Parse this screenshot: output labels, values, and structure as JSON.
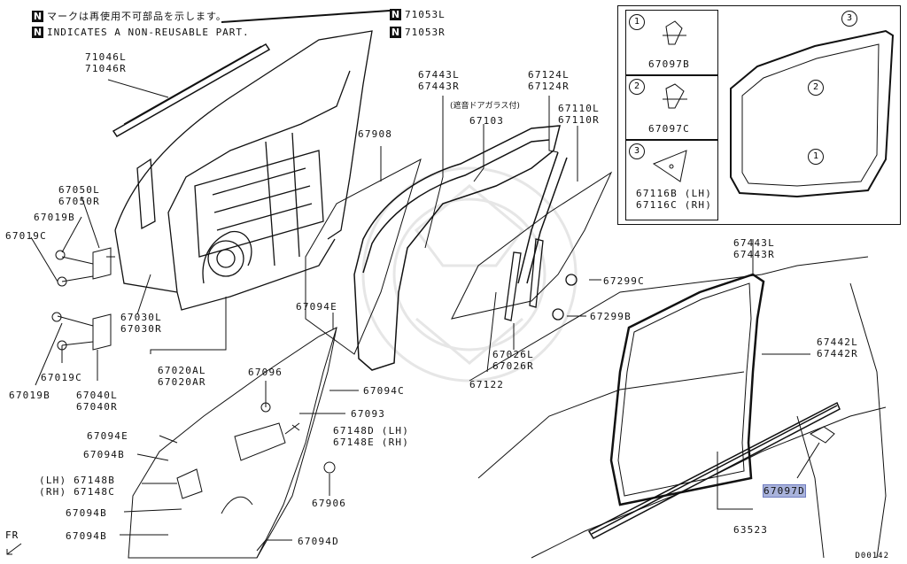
{
  "notes": {
    "jp": "マークは再使用不可部品を示します。",
    "en": "INDICATES A NON-REUSABLE PART.",
    "n_mark": "N"
  },
  "non_reusable": [
    "71053L",
    "71053R"
  ],
  "labels": {
    "l71046": [
      "71046L",
      "71046R"
    ],
    "l67050": [
      "67050L",
      "67050R"
    ],
    "l67019b_top": "67019B",
    "l67019c_top": "67019C",
    "l67030": [
      "67030L",
      "67030R"
    ],
    "l67020": [
      "67020AL",
      "67020AR"
    ],
    "l67019c_bot": "67019C",
    "l67019b_bot": "67019B",
    "l67040": [
      "67040L",
      "67040R"
    ],
    "l67443a": [
      "67443L",
      "67443R"
    ],
    "l67103_note": "(遮音ドアガラス付)",
    "l67103": "67103",
    "l67124": [
      "67124L",
      "67124R"
    ],
    "l67110": [
      "67110L",
      "67110R"
    ],
    "l67908": "67908",
    "l67299c": "67299C",
    "l67299b": "67299B",
    "l67026": [
      "67026L",
      "67026R"
    ],
    "l67122": "67122",
    "l67094e_top": "67094E",
    "l67096": "67096",
    "l67094c": "67094C",
    "l67093": "67093",
    "l67148de": [
      "67148D (LH)",
      "67148E (RH)"
    ],
    "l67094e_mid": "67094E",
    "l67094b_1": "67094B",
    "l67148bc": [
      "(LH) 67148B",
      "(RH) 67148C"
    ],
    "l67094b_2": "67094B",
    "l67094b_3": "67094B",
    "l67906": "67906",
    "l67094d": "67094D",
    "l67443b": [
      "67443L",
      "67443R"
    ],
    "l67442": [
      "67442L",
      "67442R"
    ],
    "l67097d": "67097D",
    "l63523": "63523"
  },
  "inset": {
    "items": [
      {
        "num": "1",
        "part": "67097B"
      },
      {
        "num": "2",
        "part": "67097C"
      },
      {
        "num": "3",
        "part": [
          "67116B (LH)",
          "67116C (RH)"
        ]
      }
    ],
    "callouts": [
      "3",
      "2",
      "1"
    ]
  },
  "fr": "FR",
  "drawing_code": "D00142"
}
